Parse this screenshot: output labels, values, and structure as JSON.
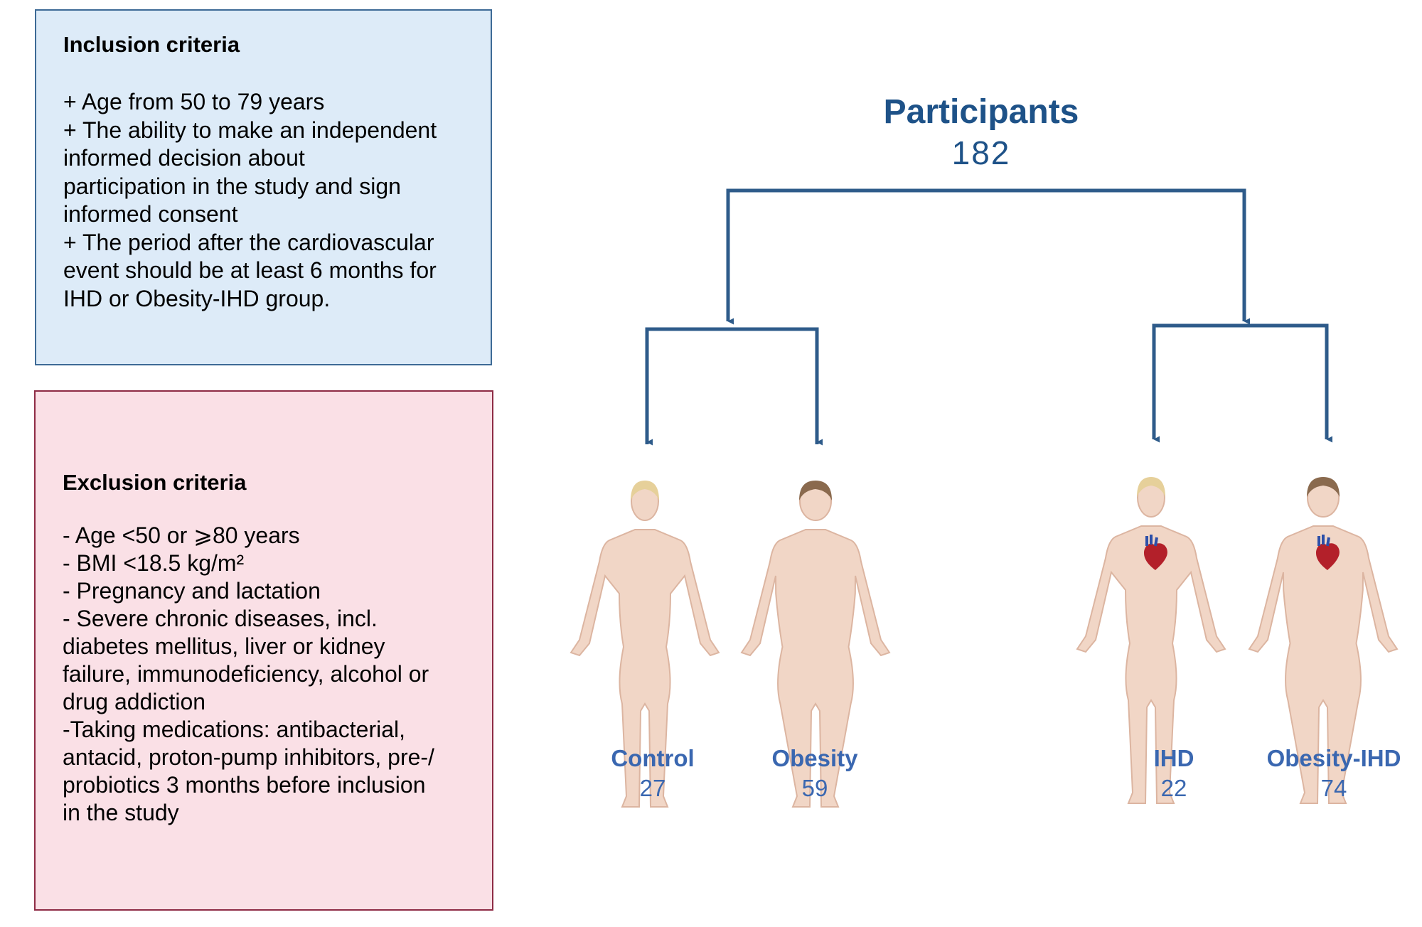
{
  "inclusion": {
    "title": "Inclusion criteria",
    "lines": [
      "+ Age from 50 to 79 years",
      "+ The ability to make an independent",
      "informed decision about",
      "participation in the study and sign",
      "informed consent",
      "+ The period after the cardiovascular",
      "event should be at least 6 months for",
      "IHD or Obesity-IHD group."
    ]
  },
  "exclusion": {
    "title": "Exclusion criteria",
    "lines": [
      " - Age <50 or ⩾80 years",
      " - BMI <18.5 kg/m²",
      " - Pregnancy and lactation",
      " - Severe chronic diseases, incl.",
      "diabetes mellitus, liver or kidney",
      "failure, immunodeficiency, alcohol or",
      "drug addiction",
      " -Taking medications: antibacterial,",
      "antacid, proton-pump inhibitors, pre-/",
      "probiotics 3 months before inclusion",
      "in the study"
    ]
  },
  "root": {
    "title": "Participants",
    "count": "182"
  },
  "groups": [
    {
      "name": "Control",
      "count": "27",
      "body": "slim",
      "hair": "blond",
      "heart": false
    },
    {
      "name": "Obesity",
      "count": "59",
      "body": "obese",
      "hair": "brown",
      "heart": false
    },
    {
      "name": "IHD",
      "count": "22",
      "body": "slim",
      "hair": "blond",
      "heart": true
    },
    {
      "name": "Obesity-IHD",
      "count": "74",
      "body": "obese",
      "hair": "brown",
      "heart": true
    }
  ],
  "colors": {
    "connector": "#2e5b8a",
    "root_text": "#1e5288",
    "group_text": "#3a67b0",
    "inclusion_fill": "#ddebf8",
    "exclusion_fill": "#fae0e6",
    "skin": "#f1d6c6",
    "skin_outline": "#dcb5a1"
  }
}
